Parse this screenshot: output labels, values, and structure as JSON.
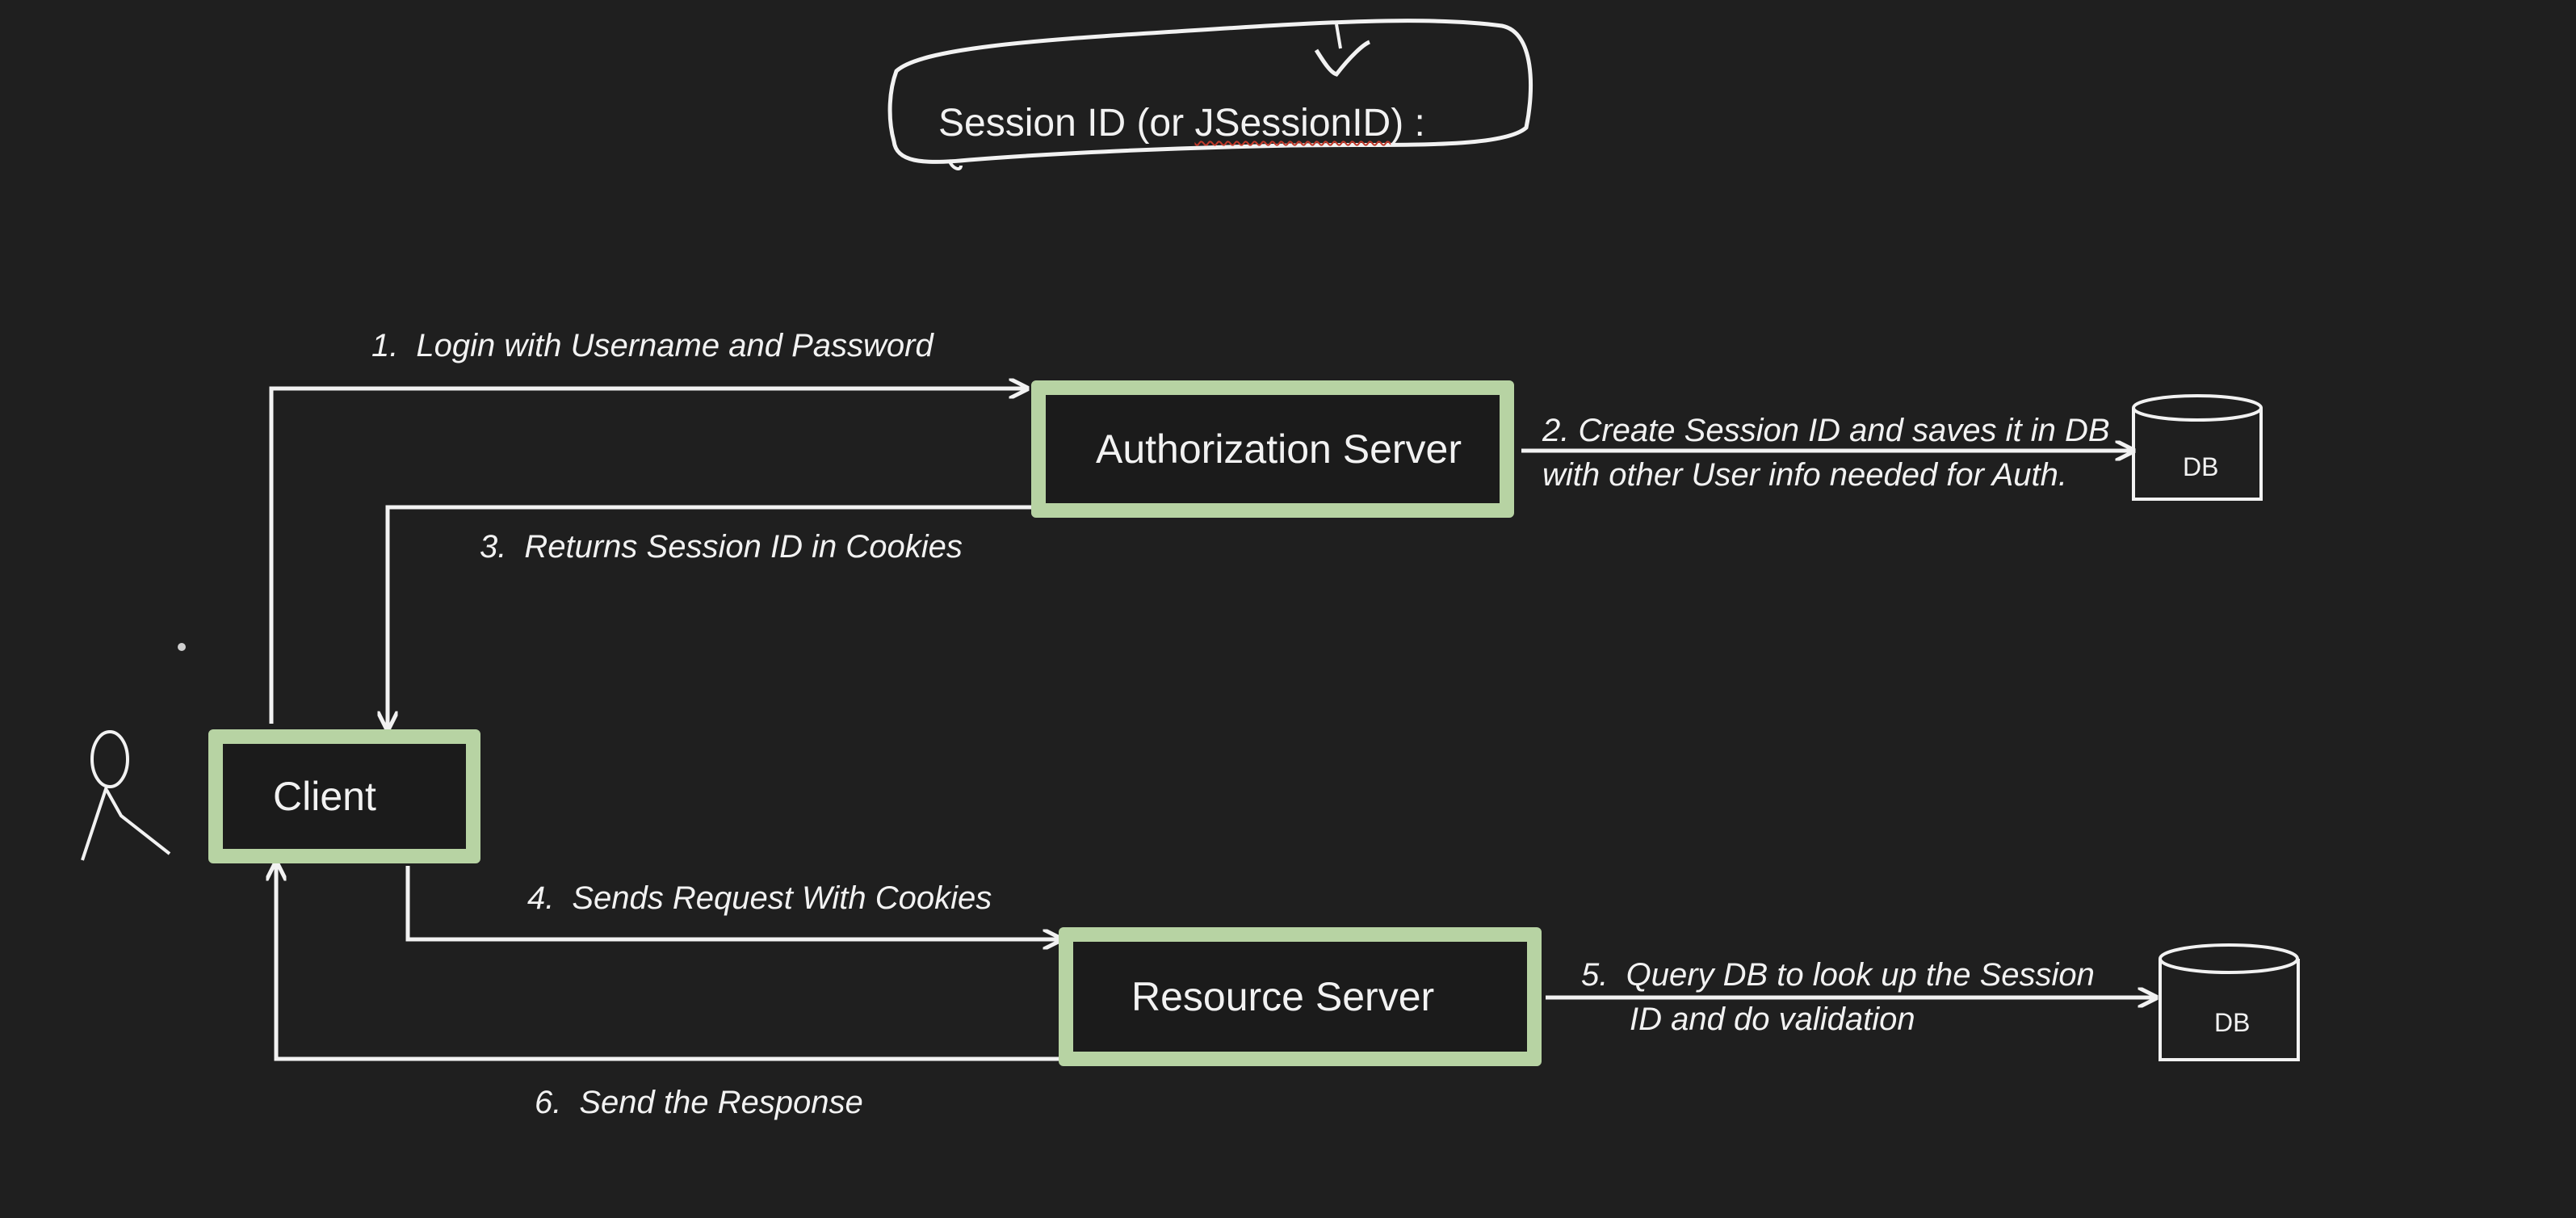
{
  "title": {
    "prefix": "Session ID (or ",
    "underlined": "JSessionID",
    "suffix": ") :"
  },
  "boxes": {
    "authorization": "Authorization Server",
    "client": "Client",
    "resource": "Resource Server"
  },
  "steps": {
    "s1": {
      "num": "1.",
      "text": "Login with Username and Password"
    },
    "s2": {
      "line1": "2. Create Session ID and saves it in DB",
      "line2": "with other User info needed for Auth."
    },
    "s3": {
      "num": "3.",
      "text": "Returns Session ID in Cookies"
    },
    "s4": {
      "num": "4.",
      "text": "Sends Request With Cookies"
    },
    "s5": {
      "line1": "5.  Query DB to look up the Session",
      "line2": "ID and do validation"
    },
    "s6": {
      "num": "6.",
      "text": "Send the Response"
    }
  },
  "databases": {
    "db1": "DB",
    "db2": "DB"
  },
  "colors": {
    "background": "#1f1f1f",
    "box_border": "#b7d3a3",
    "line": "#f2f2f2",
    "annotation_underline": "#c0392b"
  }
}
